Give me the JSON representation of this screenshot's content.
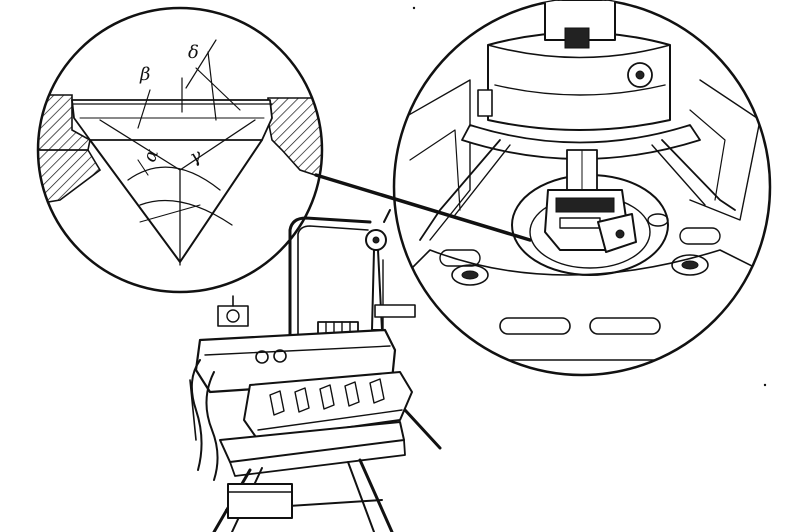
{
  "labels": {
    "beta": "β",
    "delta": "δ",
    "alpha": "α",
    "gamma": "γ"
  },
  "colors": {
    "ink": "#111111",
    "paper": "#ffffff"
  }
}
